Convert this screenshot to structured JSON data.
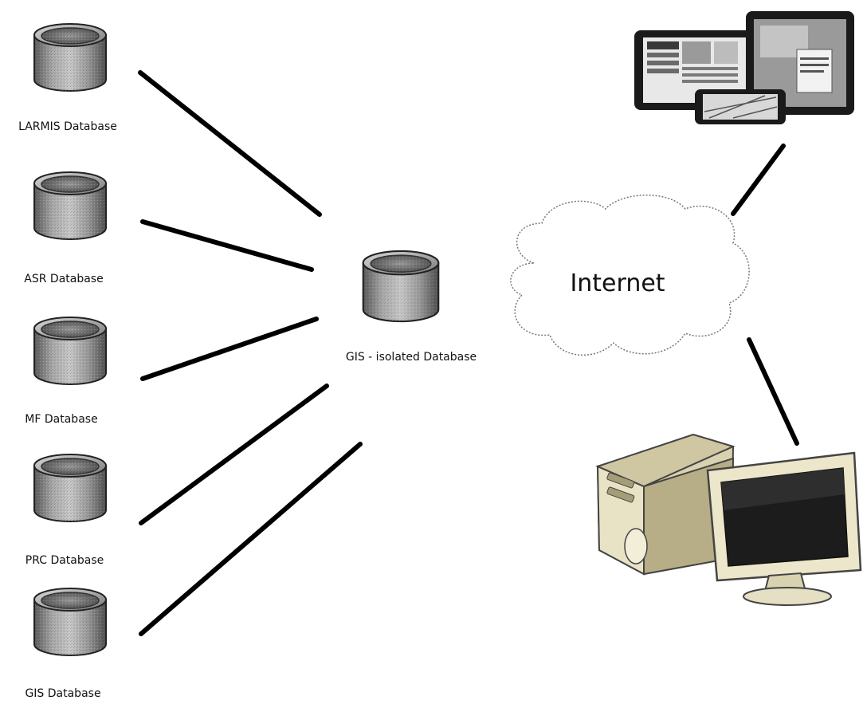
{
  "diagram": {
    "sources": [
      {
        "id": "larmis",
        "label": "LARMIS Database"
      },
      {
        "id": "asr",
        "label": "ASR Database"
      },
      {
        "id": "mf",
        "label": "MF Database"
      },
      {
        "id": "prc",
        "label": "PRC Database"
      },
      {
        "id": "gis",
        "label": "GIS Database"
      }
    ],
    "hub": {
      "label": "GIS - isolated Database"
    },
    "cloud": {
      "label": "Internet"
    },
    "clients": [
      {
        "id": "devices",
        "icon": "tablet-phone-devices-icon"
      },
      {
        "id": "desktop",
        "icon": "desktop-computer-icon"
      }
    ]
  }
}
